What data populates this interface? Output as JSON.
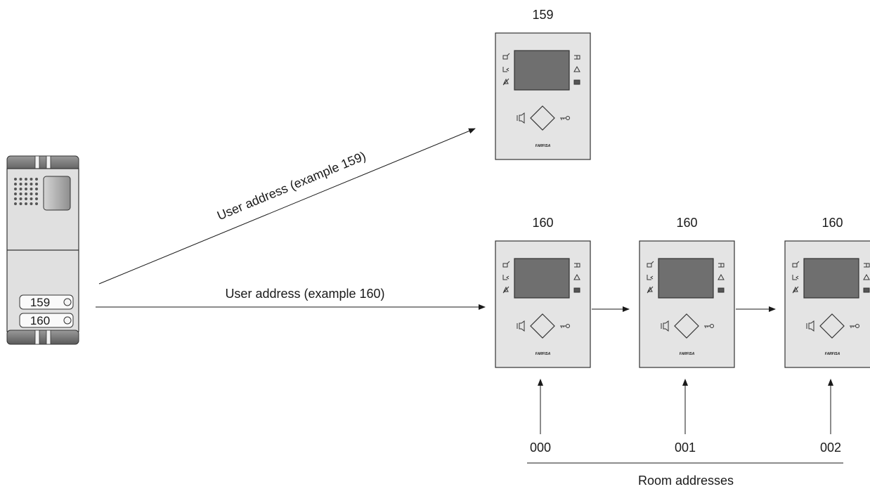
{
  "panel": {
    "buttons": [
      "159",
      "160"
    ]
  },
  "arrows": {
    "upper_label": "User address (example 159)",
    "lower_label": "User address (example 160)"
  },
  "monitors": [
    {
      "address": "159",
      "brand": "FARFISA"
    },
    {
      "address": "160",
      "brand": "FARFISA"
    },
    {
      "address": "160",
      "brand": "FARFISA"
    },
    {
      "address": "160",
      "brand": "FARFISA"
    }
  ],
  "rooms": {
    "labels": [
      "000",
      "001",
      "002"
    ],
    "caption": "Room addresses"
  },
  "colors": {
    "line": "#1a1a1a",
    "monitor_body": "#e4e4e4",
    "screen": "#6f6f6f",
    "panel_body": "#e0e0e0"
  }
}
